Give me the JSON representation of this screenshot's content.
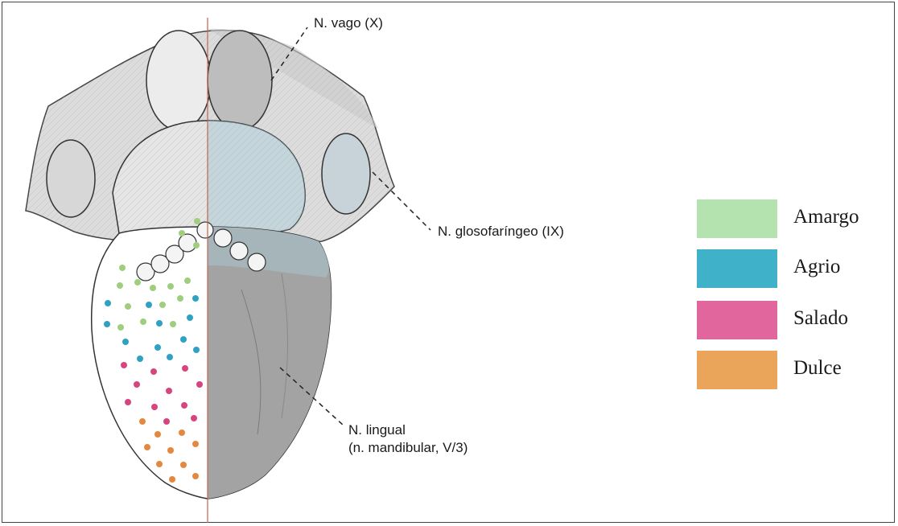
{
  "labels": {
    "vago": "N. vago (X)",
    "glosofaringeo": "N. glosofaríngeo (IX)",
    "lingual_line1": "N. lingual",
    "lingual_line2": "(n. mandibular, V/3)"
  },
  "legend": [
    {
      "label": "Amargo",
      "color": "#b4e3b0"
    },
    {
      "label": "Agrio",
      "color": "#3fb2c9"
    },
    {
      "label": "Salado",
      "color": "#e2669e"
    },
    {
      "label": "Dulce",
      "color": "#eba55a"
    }
  ]
}
